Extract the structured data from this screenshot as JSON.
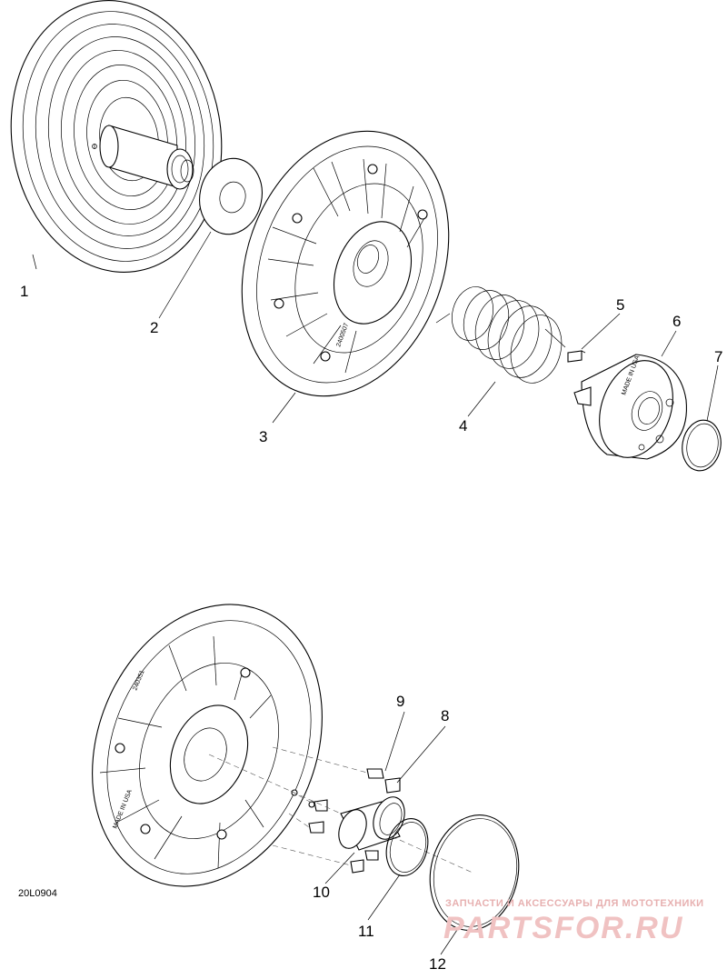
{
  "drawing_id": "20L0904",
  "callouts": {
    "c1": "1",
    "c2": "2",
    "c3": "3",
    "c4": "4",
    "c5": "5",
    "c6": "6",
    "c7": "7",
    "c8": "8",
    "c9": "9",
    "c10": "10",
    "c11": "11",
    "c12": "12"
  },
  "part_markings": {
    "sheave_code_top": "2400507",
    "sheave_code_bottom": "240351",
    "made_in_usa": "MADE IN USA"
  },
  "watermark": {
    "tagline": "ЗАПЧАСТИ И АКСЕССУАРЫ ДЛЯ МОТОТЕХНИКИ",
    "brand": "PARTSFOR.RU"
  },
  "colors": {
    "line": "#000000",
    "background": "#ffffff",
    "watermark": "#e8a0a0"
  }
}
